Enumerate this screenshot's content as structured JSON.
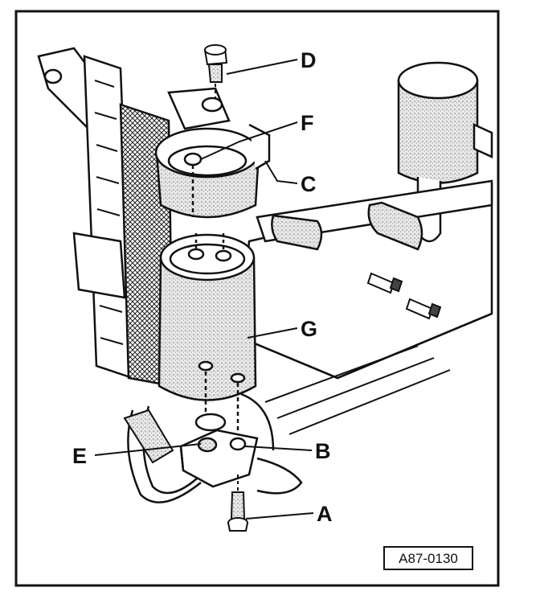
{
  "figure_ref": "A87-0130",
  "labels": {
    "A": "A",
    "B": "B",
    "C": "C",
    "D": "D",
    "E": "E",
    "F": "F",
    "G": "G"
  }
}
